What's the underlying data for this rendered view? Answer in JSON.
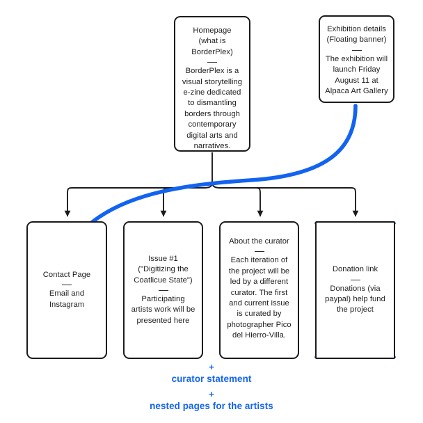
{
  "diagram": {
    "title": "BorderPlex e-zine site map",
    "accent_color": "#1263F0",
    "line_color": "#1b1b1b",
    "background": "#ffffff"
  },
  "nodes": {
    "homepage": {
      "title": "Homepage\n(what is\nBorderPlex)",
      "divider": "—",
      "body": "BorderPlex is a\nvisual storytelling\ne-zine dedicated\nto dismantling\nborders through\ncontemporary\ndigital arts and\nnarratives."
    },
    "exhibition": {
      "title": "Exhibition details\n(Floating banner)",
      "divider": "—",
      "body": "The exhibition will\nlaunch Friday\nAugust 11 at\nAlpaca Art Gallery"
    },
    "contact": {
      "title": "Contact Page",
      "divider": "—",
      "body": "Email and\nInstagram"
    },
    "issue": {
      "title": "Issue #1\n(\"Digitizing the\nCoatlicue State\")",
      "divider": "—",
      "body": "Participating\nartists work will be\npresented here"
    },
    "curator": {
      "title": "About the curator",
      "divider": "—",
      "body": "Each iteration of\nthe project will be\nled by a different\ncurator. The first\nand current issue\nis curated by\nphotographer Pico\ndel Hierro-Villa."
    },
    "donation": {
      "title": "Donation link",
      "divider": "—",
      "body": "Donations (via\npaypal) help fund\nthe project",
      "state": "crossed-out"
    }
  },
  "annotations": [
    {
      "plus": "+",
      "label": "curator statement"
    },
    {
      "plus": "+",
      "label": "nested pages for the artists"
    }
  ]
}
